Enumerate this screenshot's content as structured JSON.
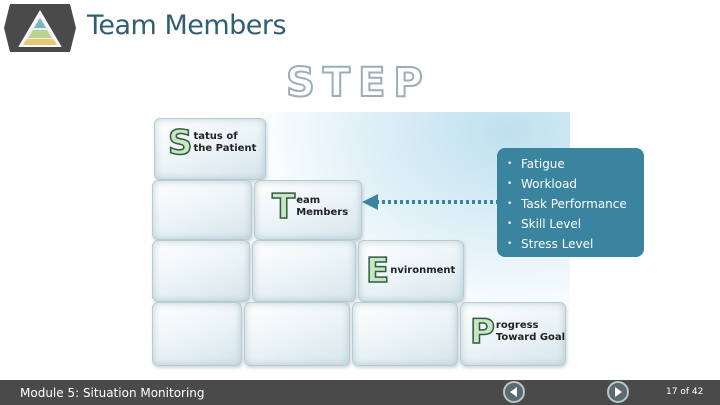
{
  "header": {
    "title": "Team Members",
    "logo_icon": "step-pyramid-logo"
  },
  "diagram": {
    "heading": "STEP",
    "blocks": {
      "s": {
        "letter": "S",
        "line1": "tatus of",
        "line2": "the Patient"
      },
      "t": {
        "letter": "T",
        "line1": "eam",
        "line2": "Members"
      },
      "e": {
        "letter": "E",
        "line1": "nvironment"
      },
      "p": {
        "letter": "P",
        "line1": "rogress",
        "line2": "Toward Goal"
      }
    },
    "arrow_icon": "dotted-arrow-left-icon"
  },
  "callout": {
    "items": [
      "Fatigue",
      "Workload",
      "Task Performance",
      "Skill Level",
      "Stress Level"
    ],
    "bullet": "•"
  },
  "footer": {
    "module": "Module 5: Situation Monitoring",
    "page": "17 of 42",
    "prev_icon": "previous-icon",
    "next_icon": "play-next-icon"
  },
  "colors": {
    "title": "#2f5f73",
    "callout_bg": "#3a84a0",
    "footer_bg": "#4a4a4a"
  }
}
